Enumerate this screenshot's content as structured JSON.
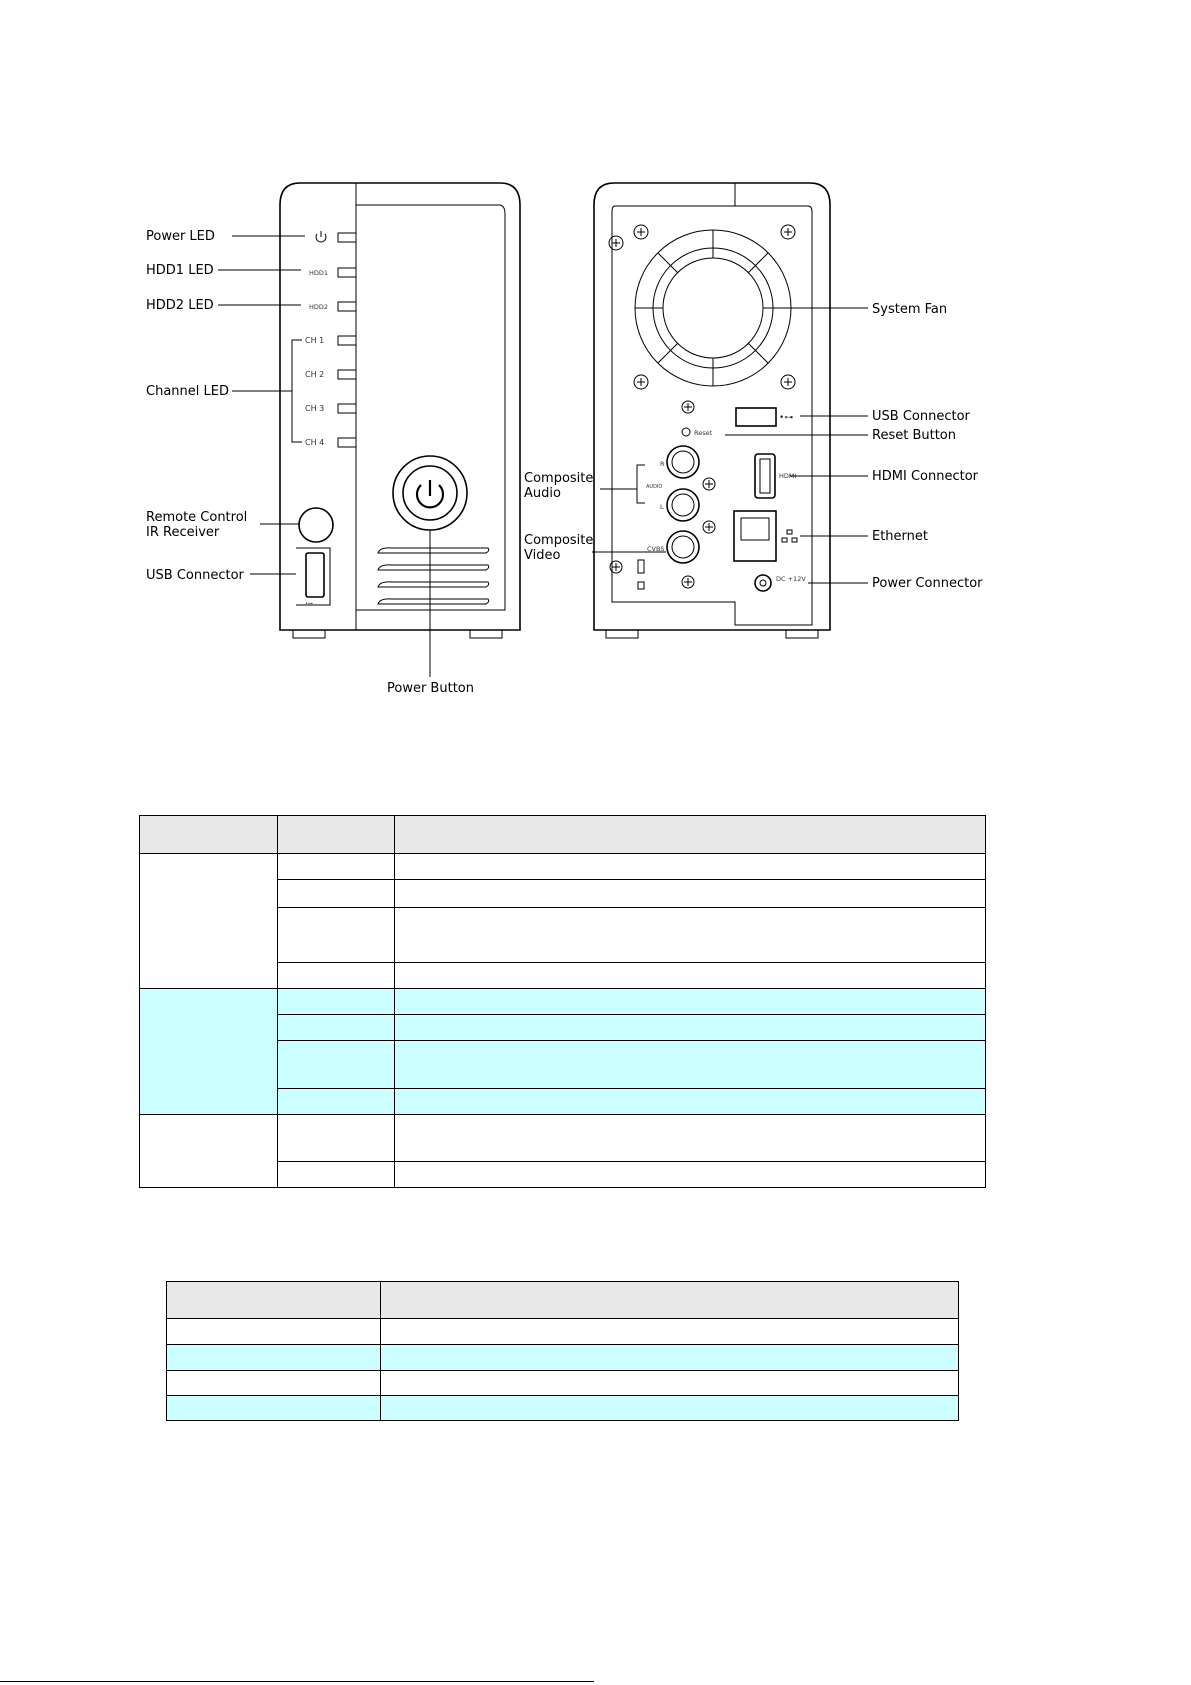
{
  "front_labels": {
    "power_led": "Power LED",
    "hdd1_led": "HDD1 LED",
    "hdd2_led": "HDD2 LED",
    "channel_led": "Channel LED",
    "remote_line1": "Remote Control",
    "remote_line2": "IR Receiver",
    "usb_connector": "USB Connector",
    "power_button": "Power Button"
  },
  "front_panel_text": {
    "hdd1": "HDD1",
    "hdd2": "HDD2",
    "ch": [
      "CH 1",
      "CH 2",
      "CH 3",
      "CH 4"
    ]
  },
  "rear_labels": {
    "system_fan": "System Fan",
    "usb_connector": "USB Connector",
    "reset_button": "Reset Button",
    "hdmi_connector": "HDMI Connector",
    "ethernet": "Ethernet",
    "power_connector": "Power Connector",
    "composite_audio_line1": "Composite",
    "composite_audio_line2": "Audio",
    "composite_video_line1": "Composite",
    "composite_video_line2": "Video"
  },
  "rear_panel_text": {
    "reset": "Reset",
    "hdmi": "HDMI",
    "audio": "AUDIO",
    "r": "R",
    "l": "L",
    "cvbs": "CVBS",
    "dc": "DC +12V"
  },
  "icons": {
    "power_symbol": "power-icon",
    "usb_symbol": "usb-icon",
    "lan_symbol": "network-icon"
  },
  "colors": {
    "highlight_row": "#ccffff",
    "header_row": "#e8e8e8"
  }
}
